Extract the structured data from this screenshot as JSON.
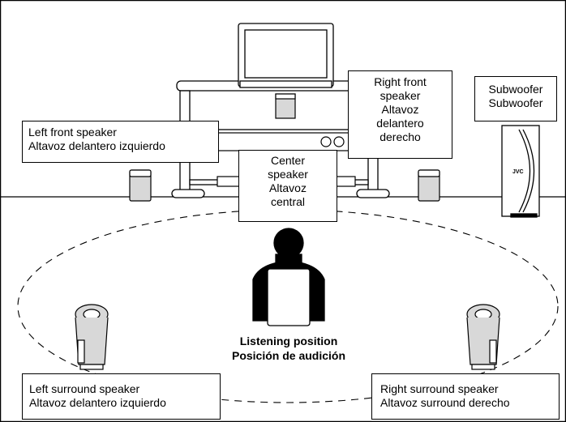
{
  "labels": {
    "left_front": [
      "Left front speaker",
      "Altavoz delantero izquierdo"
    ],
    "right_front": [
      "Right front",
      "speaker",
      "Altavoz",
      "delantero",
      "derecho"
    ],
    "center": [
      "Center",
      "speaker",
      "Altavoz",
      "central"
    ],
    "subwoofer": [
      "Subwoofer",
      "Subwoofer"
    ],
    "left_surround": [
      "Left surround speaker",
      "Altavoz delantero izquierdo"
    ],
    "right_surround": [
      "Right surround speaker",
      "Altavoz surround derecho"
    ],
    "listening": [
      "Listening position",
      "Posición de audición"
    ]
  },
  "subwoofer_brand": "JVC",
  "colors": {
    "line": "#000000",
    "speaker_fill": "#d8d8d8",
    "background": "#ffffff"
  }
}
